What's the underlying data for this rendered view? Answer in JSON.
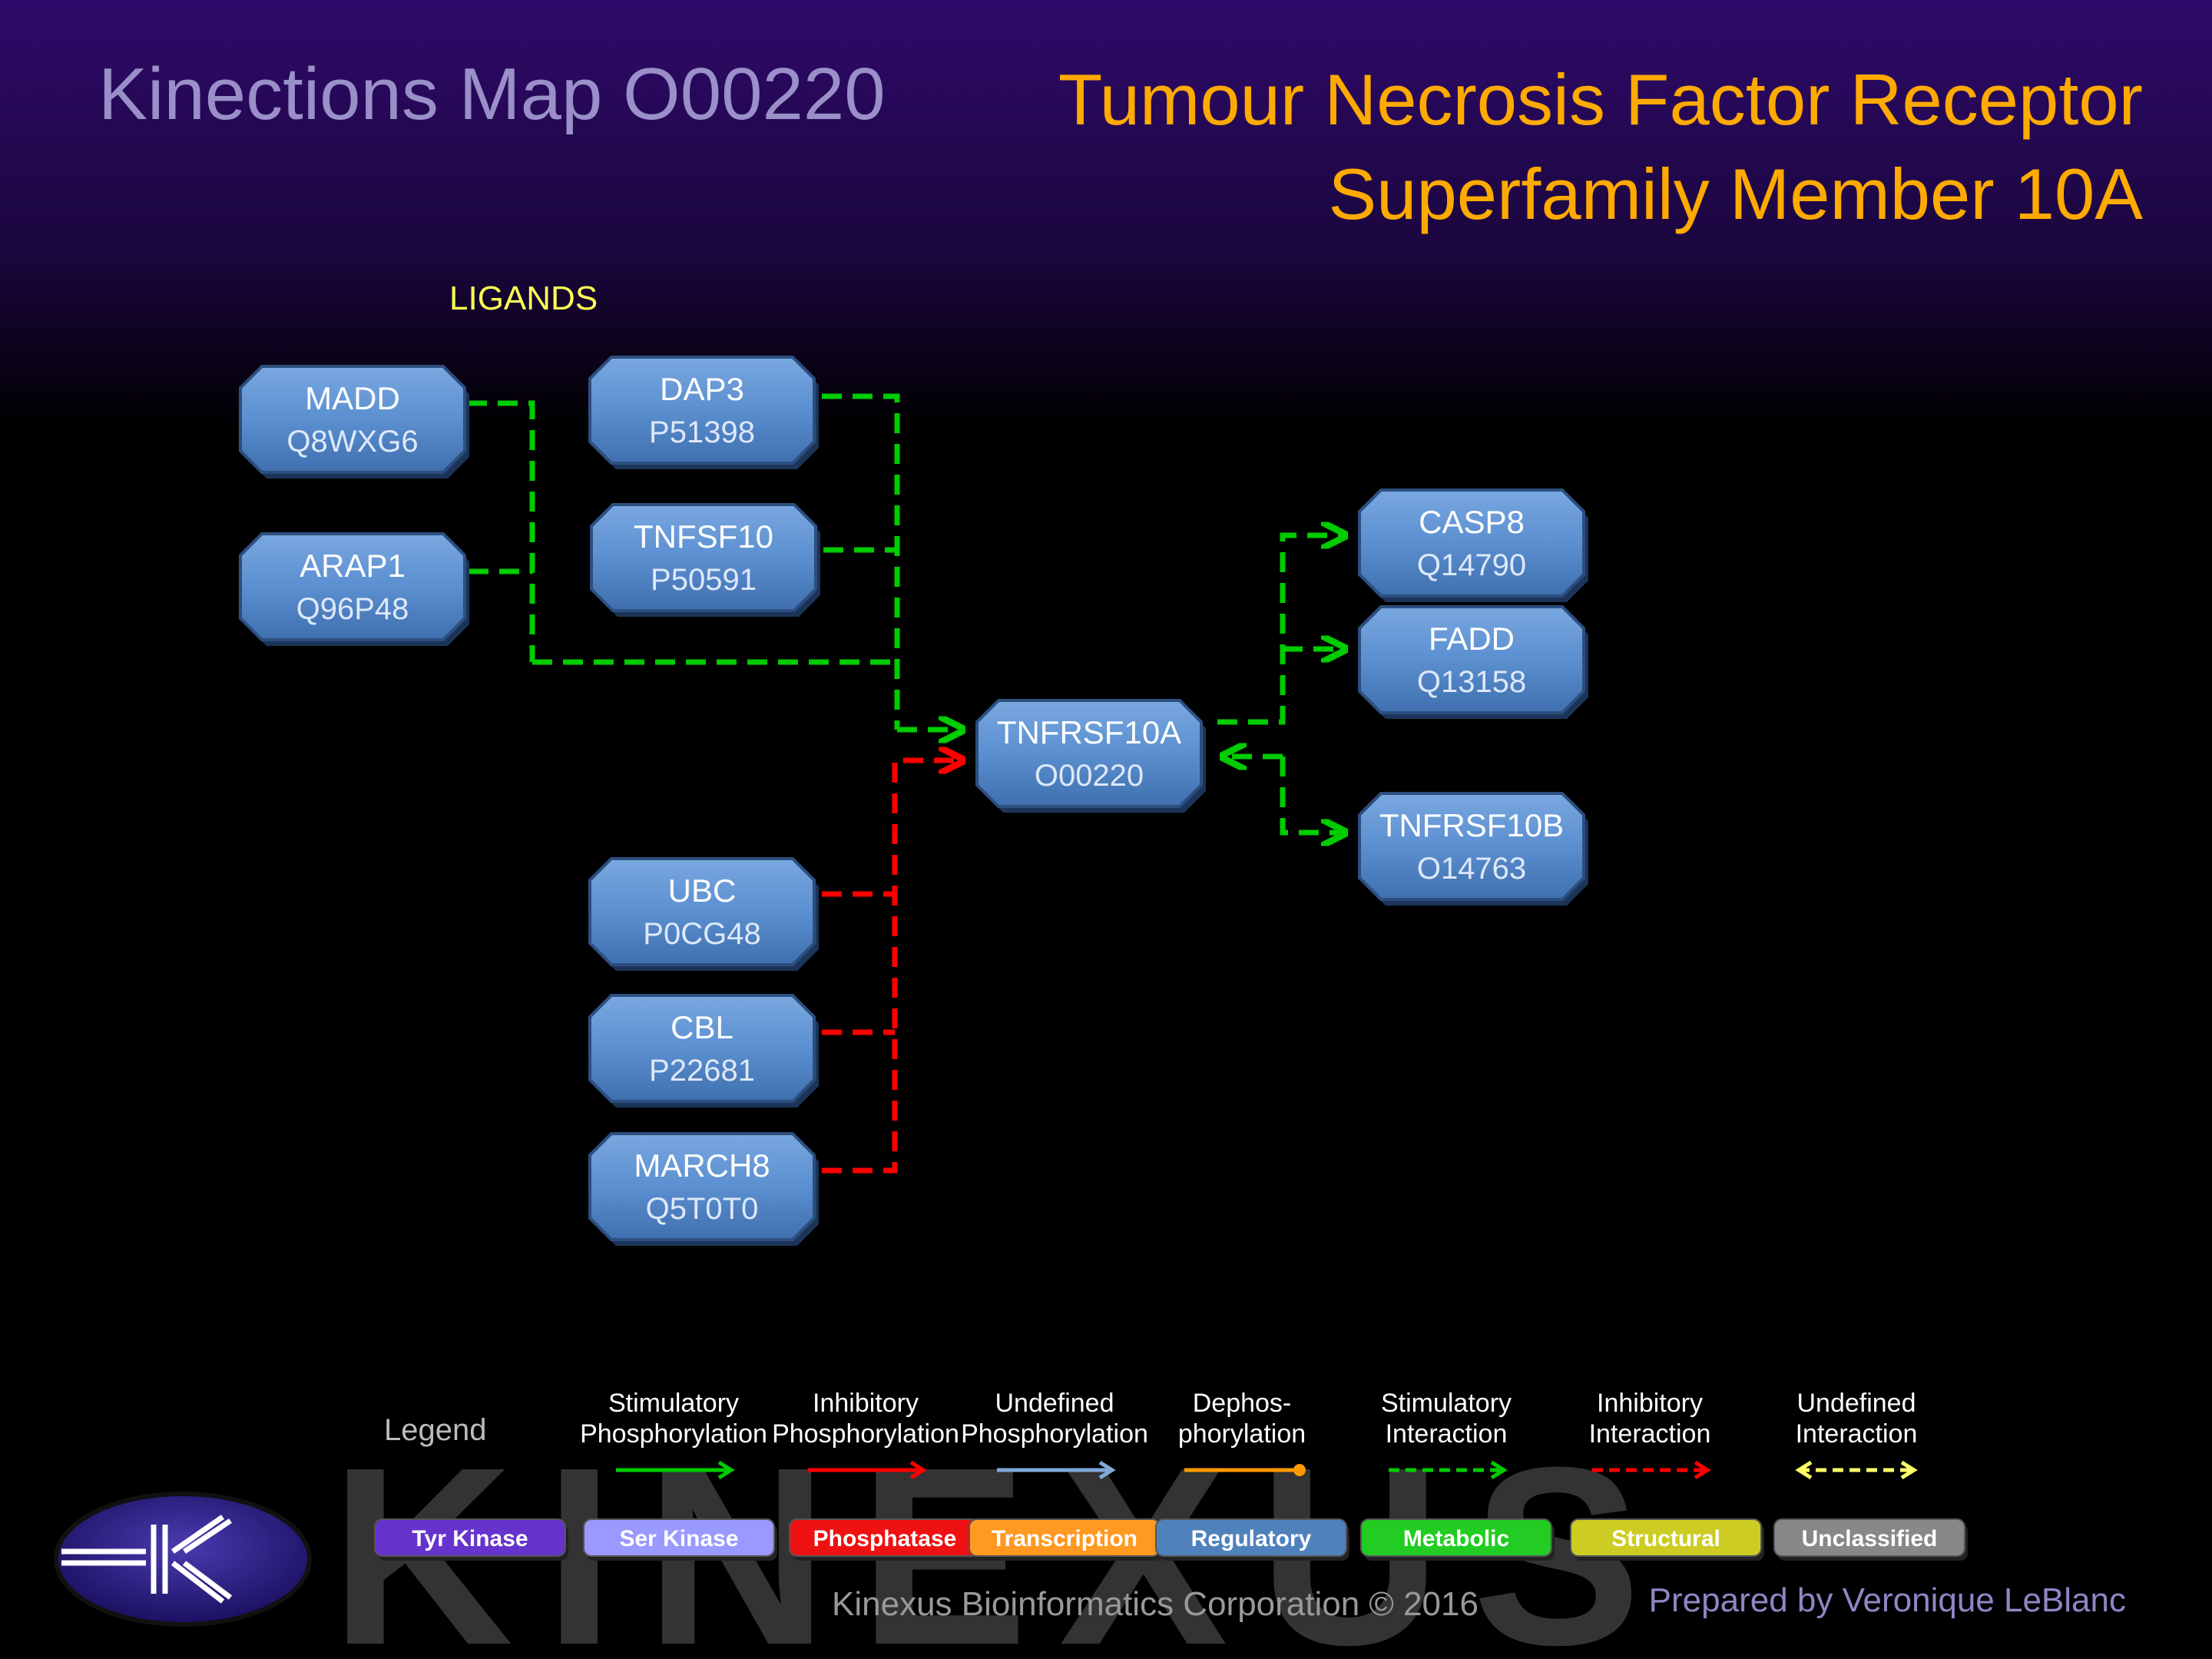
{
  "header": {
    "map_title": "Kinections Map O00220",
    "protein_name_line1": "Tumour Necrosis Factor Receptor",
    "protein_name_line2": "Superfamily Member 10A"
  },
  "section_label": "LIGANDS",
  "nodes": [
    {
      "id": "madd",
      "name": "MADD",
      "acc": "Q8WXG6"
    },
    {
      "id": "arap1",
      "name": "ARAP1",
      "acc": "Q96P48"
    },
    {
      "id": "dap3",
      "name": "DAP3",
      "acc": "P51398"
    },
    {
      "id": "tnfsf10",
      "name": "TNFSF10",
      "acc": "P50591"
    },
    {
      "id": "tnfrsf10a",
      "name": "TNFRSF10A",
      "acc": "O00220"
    },
    {
      "id": "casp8",
      "name": "CASP8",
      "acc": "Q14790"
    },
    {
      "id": "fadd",
      "name": "FADD",
      "acc": "Q13158"
    },
    {
      "id": "tnfrsf10b",
      "name": "TNFRSF10B",
      "acc": "O14763"
    },
    {
      "id": "ubc",
      "name": "UBC",
      "acc": "P0CG48"
    },
    {
      "id": "cbl",
      "name": "CBL",
      "acc": "P22681"
    },
    {
      "id": "march8",
      "name": "MARCH8",
      "acc": "Q5T0T0"
    }
  ],
  "legend": {
    "title": "Legend",
    "arrows": [
      {
        "line1": "Stimulatory",
        "line2": "Phosphorylation",
        "color": "#00cc00",
        "style": "solid",
        "head": "arrow"
      },
      {
        "line1": "Inhibitory",
        "line2": "Phosphorylation",
        "color": "#ff0000",
        "style": "solid",
        "head": "arrow"
      },
      {
        "line1": "Undefined",
        "line2": "Phosphorylation",
        "color": "#7fa8d8",
        "style": "solid",
        "head": "arrow"
      },
      {
        "line1": "Dephos-",
        "line2": "phorylation",
        "color": "#ff9900",
        "style": "solid",
        "head": "dot"
      },
      {
        "line1": "Stimulatory",
        "line2": "Interaction",
        "color": "#00cc00",
        "style": "dashed",
        "head": "arrow"
      },
      {
        "line1": "Inhibitory",
        "line2": "Interaction",
        "color": "#ff0000",
        "style": "dashed",
        "head": "arrow"
      },
      {
        "line1": "Undefined",
        "line2": "Interaction",
        "color": "#ffff66",
        "style": "dashed",
        "head": "both"
      }
    ],
    "categories": [
      {
        "label": "Tyr Kinase",
        "color": "#6633cc"
      },
      {
        "label": "Ser Kinase",
        "color": "#9999ff"
      },
      {
        "label": "Phosphatase",
        "color": "#ee1111"
      },
      {
        "label": "Transcription",
        "color": "#ff9922"
      },
      {
        "label": "Regulatory",
        "color": "#4f81bd"
      },
      {
        "label": "Metabolic",
        "color": "#22cc22"
      },
      {
        "label": "Structural",
        "color": "#cccc22"
      },
      {
        "label": "Unclassified",
        "color": "#888888"
      }
    ]
  },
  "logo_watermark": "KINEXUS",
  "footer": {
    "copyright": "Kinexus Bioinformatics Corporation © 2016",
    "prepared_by": "Prepared by Veronique LeBlanc"
  },
  "colors": {
    "node_fill": "#5b8fd0",
    "stimulatory": "#00cc00",
    "inhibitory": "#ff0000",
    "title_left": "#9a8fc8",
    "title_right": "#ffaa00",
    "ligands_label": "#ffff55"
  }
}
